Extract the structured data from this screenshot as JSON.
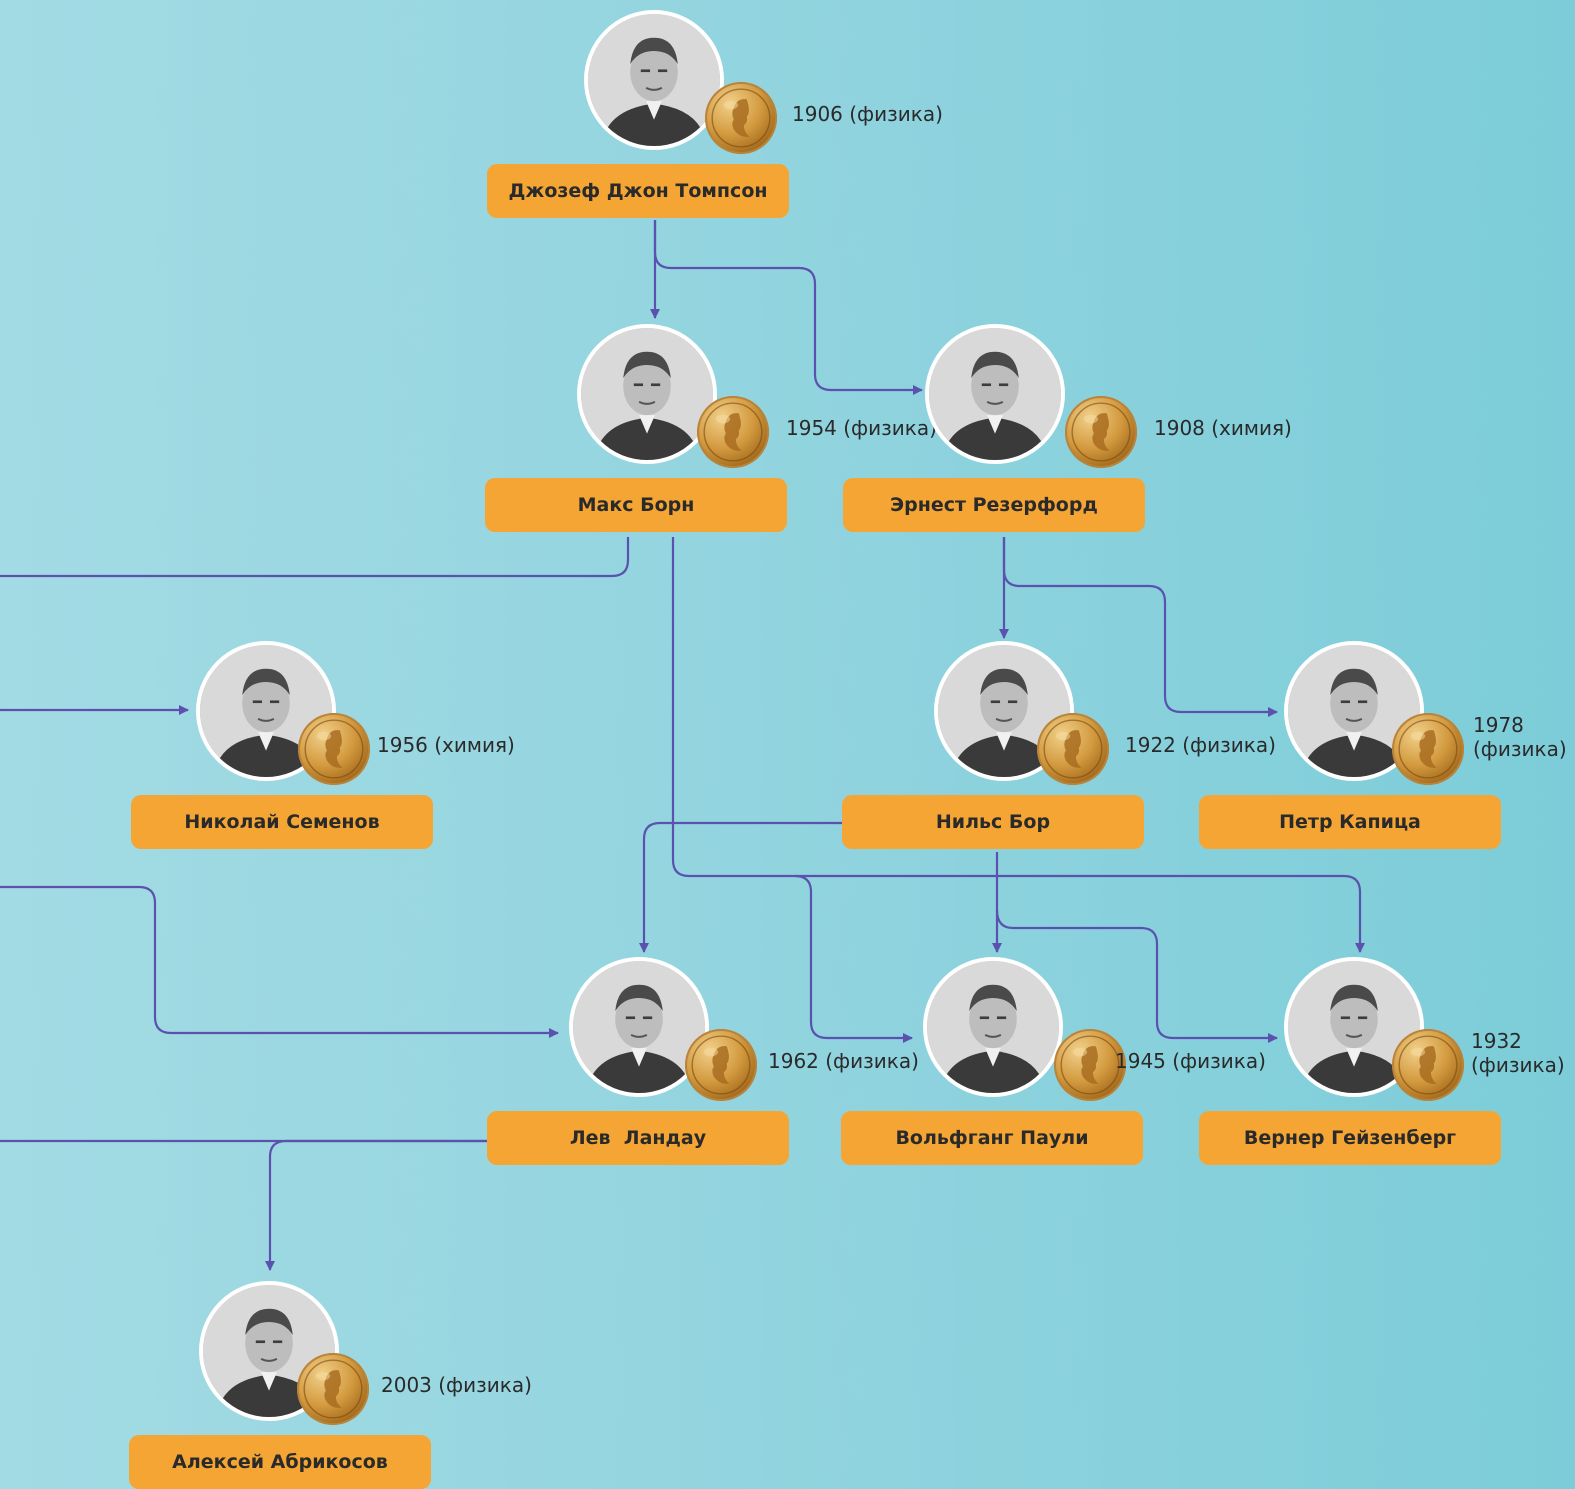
{
  "people": [
    {
      "id": "thomson",
      "name": "Джозеф Джон Томпсон",
      "award": "1906 (физика)"
    },
    {
      "id": "born",
      "name": "Макс Борн",
      "award": "1954 (физика)"
    },
    {
      "id": "rutherford",
      "name": "Эрнест Резерфорд",
      "award": "1908 (химия)"
    },
    {
      "id": "semenov",
      "name": "Николай Семенов",
      "award": "1956 (химия)"
    },
    {
      "id": "bohr",
      "name": "Нильс Бор",
      "award": "1922 (физика)"
    },
    {
      "id": "kapitsa",
      "name": "Петр Капица",
      "award": "1978 (физика)"
    },
    {
      "id": "landau",
      "name": "Лев  Ландау",
      "award": "1962 (физика)"
    },
    {
      "id": "pauli",
      "name": "Вольфганг Паули",
      "award": "1945 (физика)"
    },
    {
      "id": "heisenberg",
      "name": "Вернер Гейзенберг",
      "award": "1932 (физика)"
    },
    {
      "id": "abrikosov",
      "name": "Алексей Абрикосов",
      "award": "2003 (физика)"
    }
  ],
  "links": [
    {
      "from": "thomson",
      "to": "born"
    },
    {
      "from": "thomson",
      "to": "rutherford"
    },
    {
      "from": "rutherford",
      "to": "bohr"
    },
    {
      "from": "rutherford",
      "to": "kapitsa"
    },
    {
      "from": "bohr",
      "to": "landau"
    },
    {
      "from": "bohr",
      "to": "pauli"
    },
    {
      "from": "bohr",
      "to": "heisenberg"
    },
    {
      "from": "born",
      "to": "pauli"
    },
    {
      "from": "born",
      "to": "heisenberg"
    },
    {
      "from": "landau",
      "to": "abrikosov"
    }
  ],
  "colors": {
    "connector": "#5b52b0",
    "name_box": "#f4a533",
    "background": "#8fd3de"
  },
  "icons": {
    "portrait": "person-portrait-icon",
    "medal": "nobel-medal-icon"
  }
}
